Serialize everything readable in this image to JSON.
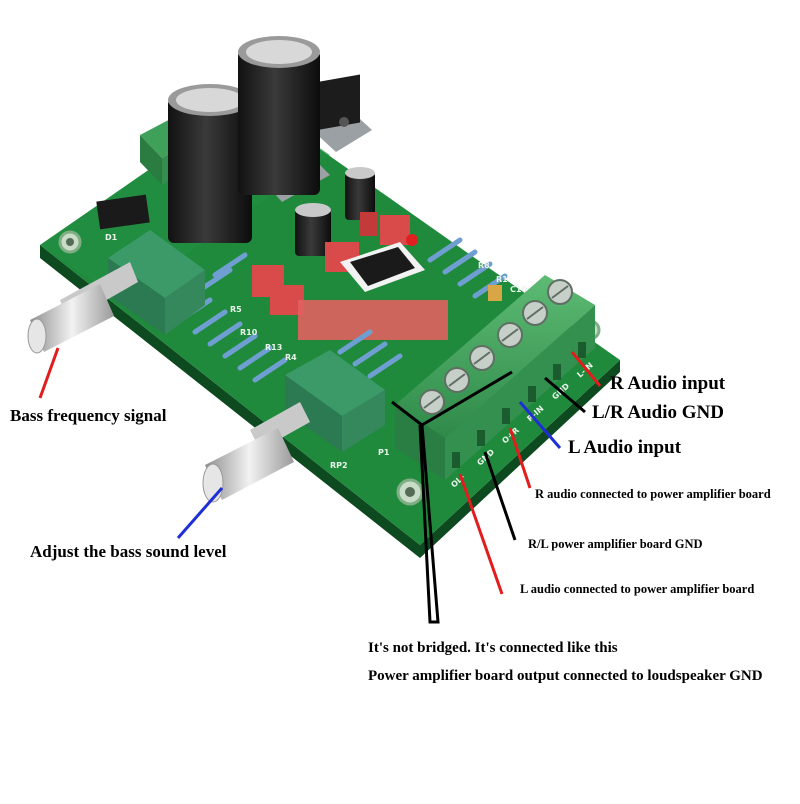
{
  "board_silkscreen": {
    "d1": "D1",
    "p1": "P1",
    "rp2": "RP2",
    "r_in": "R-IN",
    "gnd": "GND",
    "l_in": "L-IN",
    "o_r": "O+R",
    "o_l": "OL-",
    "gnd2": "GND",
    "r1": "R1",
    "r8": "R8",
    "c10": "C10",
    "r10": "R10",
    "r13": "R13",
    "r4": "R4",
    "r5": "R5"
  },
  "labels": {
    "bass_frequency": "Bass frequency signal",
    "adjust_bass": "Adjust the bass sound level",
    "r_audio_input": "R Audio input",
    "lr_audio_gnd": "L/R Audio GND",
    "l_audio_input": "L Audio input",
    "r_audio_amp": "R audio connected to power amplifier board",
    "rl_amp_gnd": "R/L power amplifier board GND",
    "l_audio_amp": "L audio connected to power amplifier board",
    "not_bridged": "It's not bridged. It's connected like this",
    "amp_output_gnd": "Power amplifier board output connected to loudspeaker GND"
  },
  "colors": {
    "pcb": "#1f8a3c",
    "pcb_dark": "#14612a",
    "terminal": "#3fa05a",
    "capacitor": "#222222",
    "relay": "#d94b4b",
    "red_line": "#e11d1d",
    "blue_line": "#1f2fd6",
    "black_line": "#000000"
  }
}
